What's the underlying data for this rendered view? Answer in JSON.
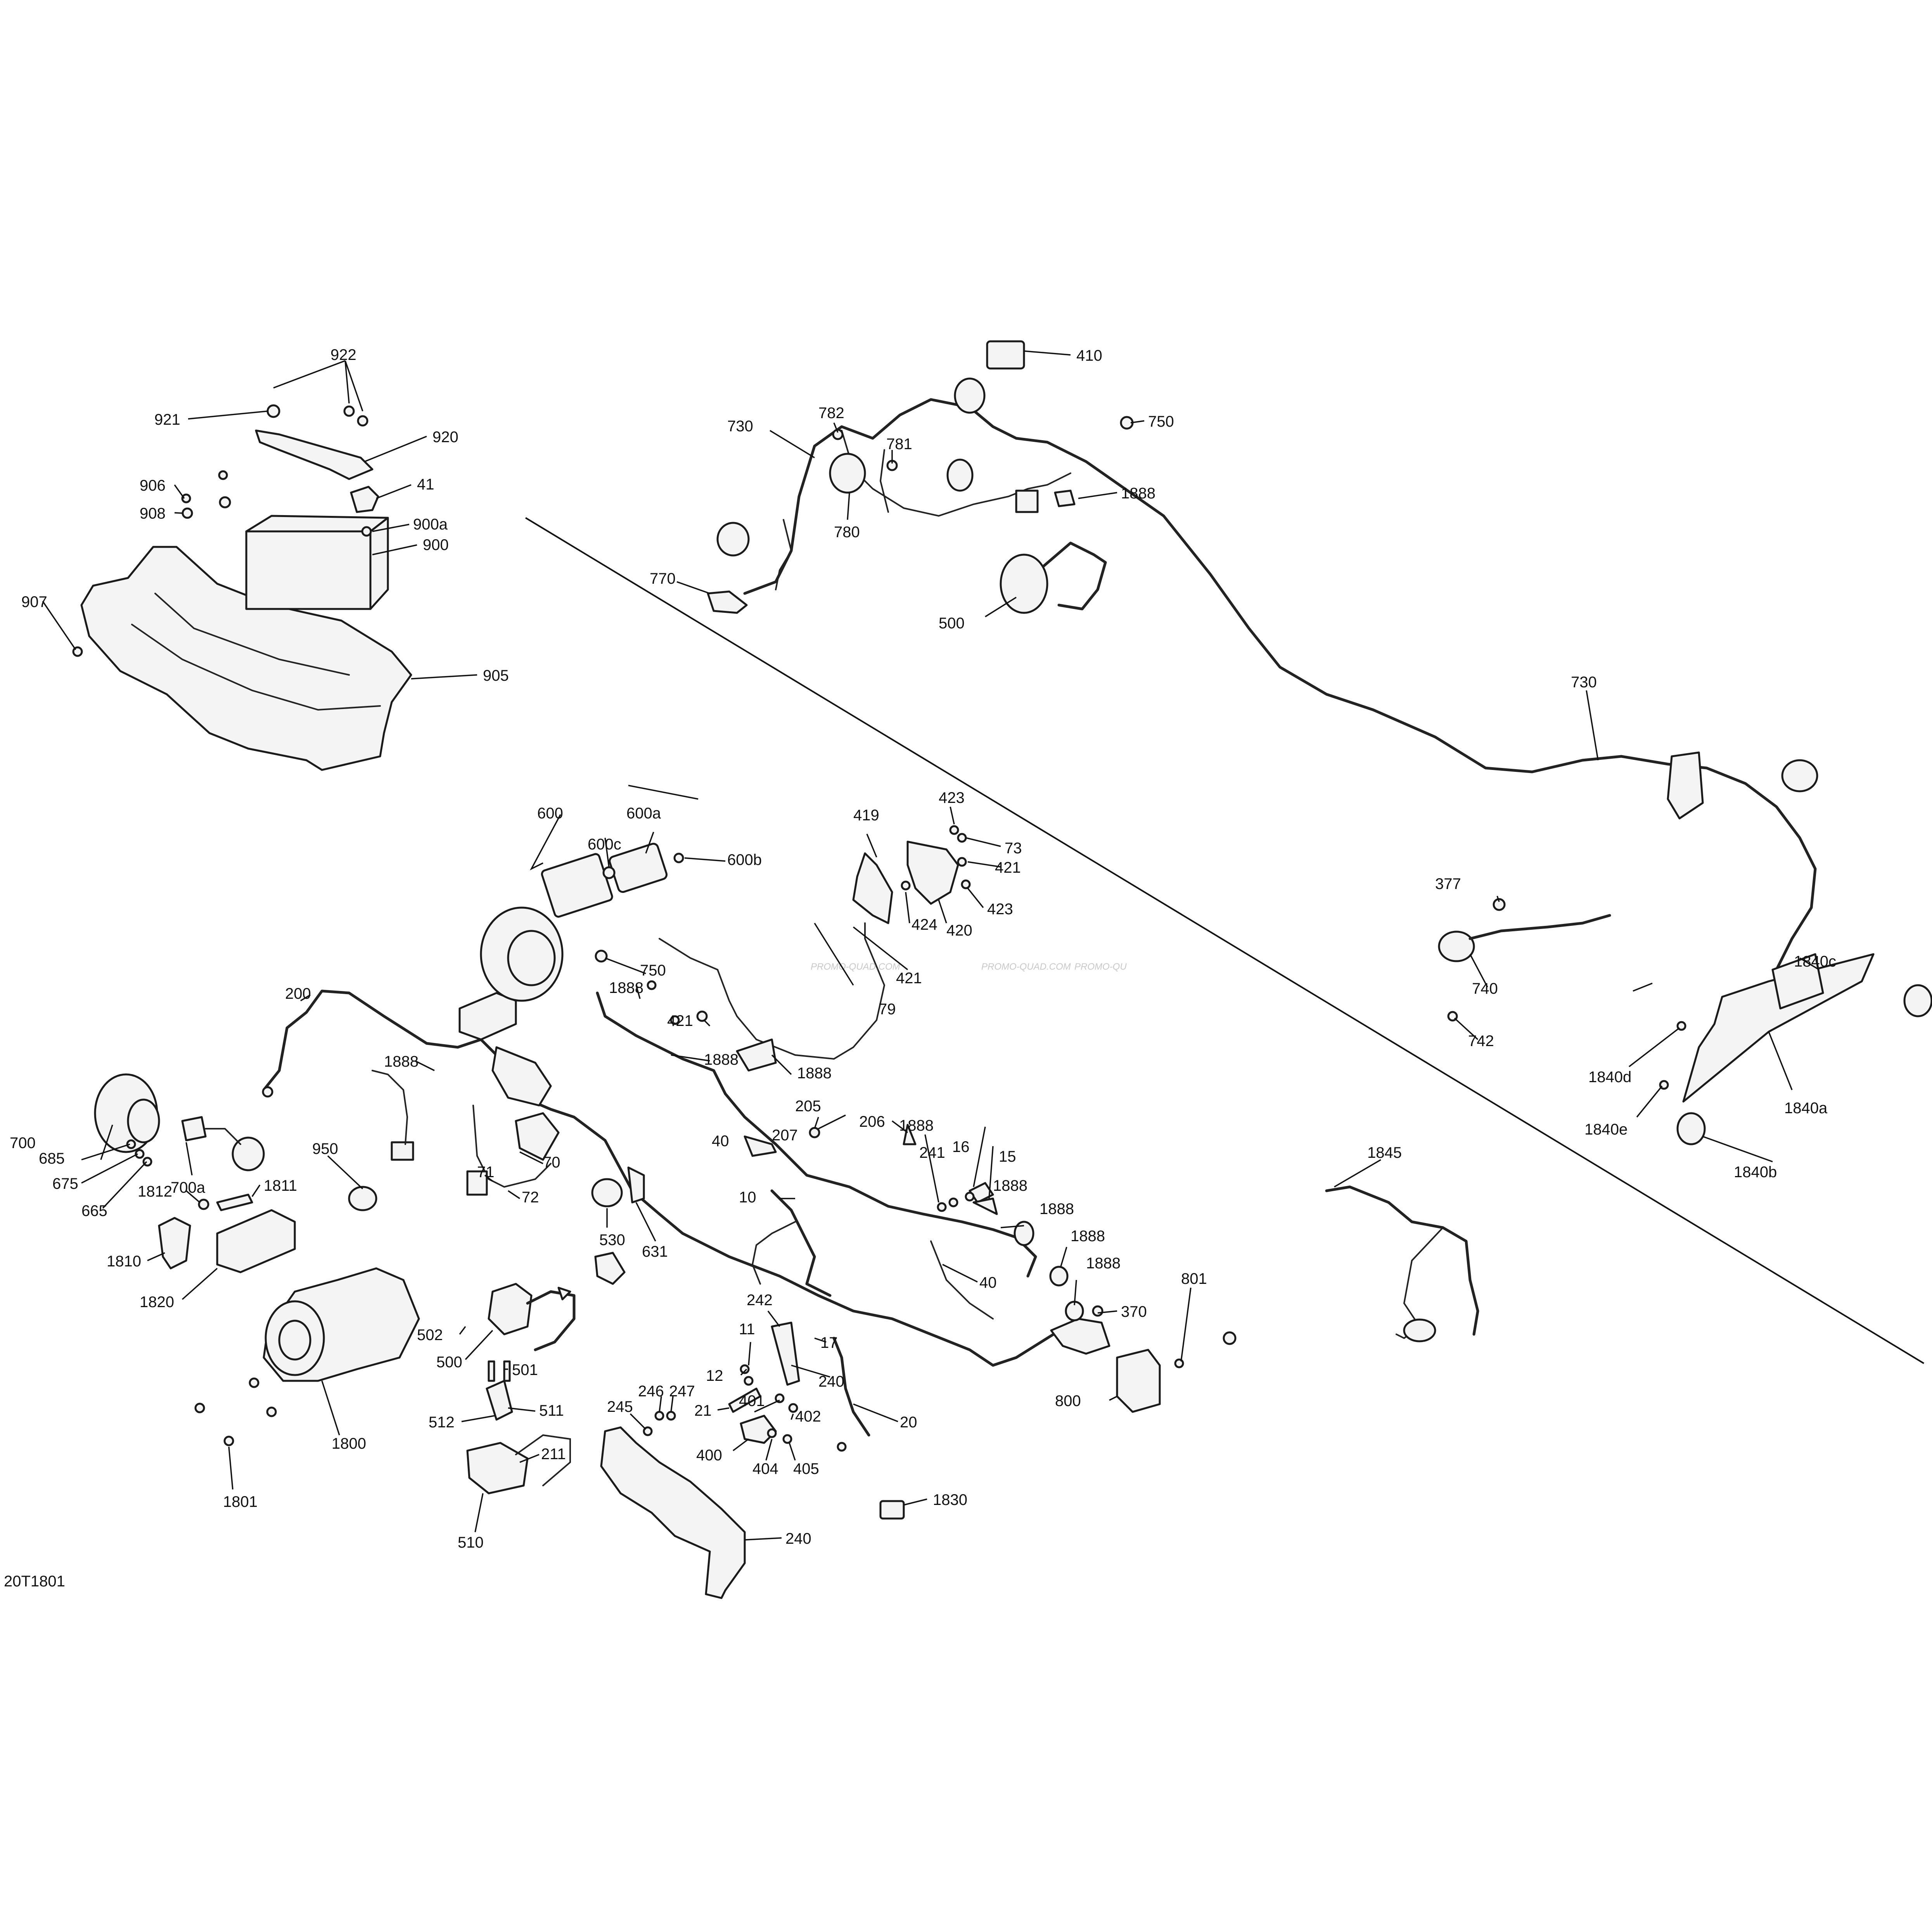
{
  "diagram": {
    "code": "20T1801",
    "watermarks": [
      "PROMO-QUAD.COM",
      "PROMO-QUAD.COM",
      "PROMO-QU"
    ],
    "callouts": [
      {
        "id": "c922",
        "label": "922"
      },
      {
        "id": "c921",
        "label": "921"
      },
      {
        "id": "c920",
        "label": "920"
      },
      {
        "id": "c41",
        "label": "41"
      },
      {
        "id": "c906",
        "label": "906"
      },
      {
        "id": "c908",
        "label": "908"
      },
      {
        "id": "c900a",
        "label": "900a"
      },
      {
        "id": "c900",
        "label": "900"
      },
      {
        "id": "c907",
        "label": "907"
      },
      {
        "id": "c905",
        "label": "905"
      },
      {
        "id": "c410",
        "label": "410"
      },
      {
        "id": "c782",
        "label": "782"
      },
      {
        "id": "c730a",
        "label": "730"
      },
      {
        "id": "c781",
        "label": "781"
      },
      {
        "id": "c750a",
        "label": "750"
      },
      {
        "id": "c1888a",
        "label": "1888"
      },
      {
        "id": "c780",
        "label": "780"
      },
      {
        "id": "c770",
        "label": "770"
      },
      {
        "id": "c500a",
        "label": "500"
      },
      {
        "id": "c730b",
        "label": "730"
      },
      {
        "id": "c600",
        "label": "600"
      },
      {
        "id": "c600a",
        "label": "600a"
      },
      {
        "id": "c600c",
        "label": "600c"
      },
      {
        "id": "c600b",
        "label": "600b"
      },
      {
        "id": "c419",
        "label": "419"
      },
      {
        "id": "c423a",
        "label": "423"
      },
      {
        "id": "c73",
        "label": "73"
      },
      {
        "id": "c421a",
        "label": "421"
      },
      {
        "id": "c423b",
        "label": "423"
      },
      {
        "id": "c424",
        "label": "424"
      },
      {
        "id": "c420",
        "label": "420"
      },
      {
        "id": "c421b",
        "label": "421"
      },
      {
        "id": "c377",
        "label": "377"
      },
      {
        "id": "c740",
        "label": "740"
      },
      {
        "id": "c742",
        "label": "742"
      },
      {
        "id": "c1840c",
        "label": "1840c"
      },
      {
        "id": "c1840d",
        "label": "1840d"
      },
      {
        "id": "c1840a",
        "label": "1840a"
      },
      {
        "id": "c1840e",
        "label": "1840e"
      },
      {
        "id": "c1840b",
        "label": "1840b"
      },
      {
        "id": "c750b",
        "label": "750"
      },
      {
        "id": "c1888b",
        "label": "1888"
      },
      {
        "id": "c421c",
        "label": "421"
      },
      {
        "id": "c79",
        "label": "79"
      },
      {
        "id": "c1888c",
        "label": "1888"
      },
      {
        "id": "c1888d",
        "label": "1888"
      },
      {
        "id": "c200",
        "label": "200"
      },
      {
        "id": "c1888e",
        "label": "1888"
      },
      {
        "id": "c205",
        "label": "205"
      },
      {
        "id": "c206",
        "label": "206"
      },
      {
        "id": "c207",
        "label": "207"
      },
      {
        "id": "c40a",
        "label": "40"
      },
      {
        "id": "c1888f",
        "label": "1888"
      },
      {
        "id": "c241",
        "label": "241"
      },
      {
        "id": "c16",
        "label": "16"
      },
      {
        "id": "c15",
        "label": "15"
      },
      {
        "id": "c1888g",
        "label": "1888"
      },
      {
        "id": "c1845",
        "label": "1845"
      },
      {
        "id": "c700",
        "label": "700"
      },
      {
        "id": "c685",
        "label": "685"
      },
      {
        "id": "c675",
        "label": "675"
      },
      {
        "id": "c665",
        "label": "665"
      },
      {
        "id": "c700a",
        "label": "700a"
      },
      {
        "id": "c950",
        "label": "950"
      },
      {
        "id": "c71",
        "label": "71"
      },
      {
        "id": "c70",
        "label": "70"
      },
      {
        "id": "c72",
        "label": "72"
      },
      {
        "id": "c10",
        "label": "10"
      },
      {
        "id": "c1888h",
        "label": "1888"
      },
      {
        "id": "c1888i",
        "label": "1888"
      },
      {
        "id": "c1888j",
        "label": "1888"
      },
      {
        "id": "c1812",
        "label": "1812"
      },
      {
        "id": "c1811",
        "label": "1811"
      },
      {
        "id": "c530",
        "label": "530"
      },
      {
        "id": "c631",
        "label": "631"
      },
      {
        "id": "c1810",
        "label": "1810"
      },
      {
        "id": "c1820",
        "label": "1820"
      },
      {
        "id": "c40b",
        "label": "40"
      },
      {
        "id": "c801",
        "label": "801"
      },
      {
        "id": "c370",
        "label": "370"
      },
      {
        "id": "c242",
        "label": "242"
      },
      {
        "id": "c502",
        "label": "502"
      },
      {
        "id": "c500b",
        "label": "500"
      },
      {
        "id": "c11",
        "label": "11"
      },
      {
        "id": "c17",
        "label": "17"
      },
      {
        "id": "c501",
        "label": "501"
      },
      {
        "id": "c12",
        "label": "12"
      },
      {
        "id": "c240a",
        "label": "240"
      },
      {
        "id": "c800",
        "label": "800"
      },
      {
        "id": "c246",
        "label": "246"
      },
      {
        "id": "c247",
        "label": "247"
      },
      {
        "id": "c21",
        "label": "21"
      },
      {
        "id": "c401",
        "label": "401"
      },
      {
        "id": "c402",
        "label": "402"
      },
      {
        "id": "c245",
        "label": "245"
      },
      {
        "id": "c20",
        "label": "20"
      },
      {
        "id": "c511",
        "label": "511"
      },
      {
        "id": "c512",
        "label": "512"
      },
      {
        "id": "c1800",
        "label": "1800"
      },
      {
        "id": "c400",
        "label": "400"
      },
      {
        "id": "c404",
        "label": "404"
      },
      {
        "id": "c405",
        "label": "405"
      },
      {
        "id": "c211",
        "label": "211"
      },
      {
        "id": "c1801",
        "label": "1801"
      },
      {
        "id": "c1830",
        "label": "1830"
      },
      {
        "id": "c510",
        "label": "510"
      },
      {
        "id": "c240b",
        "label": "240"
      }
    ]
  }
}
